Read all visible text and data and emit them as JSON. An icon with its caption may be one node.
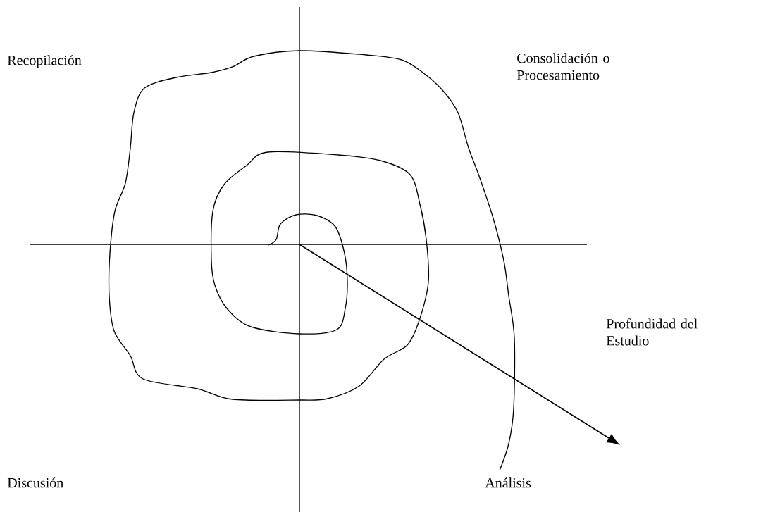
{
  "diagram": {
    "labels": [
      "Recopilación",
      "Consolidación o Procesamiento",
      "Profundidad del Estudio",
      "Discusión",
      "Análisis"
    ]
  }
}
